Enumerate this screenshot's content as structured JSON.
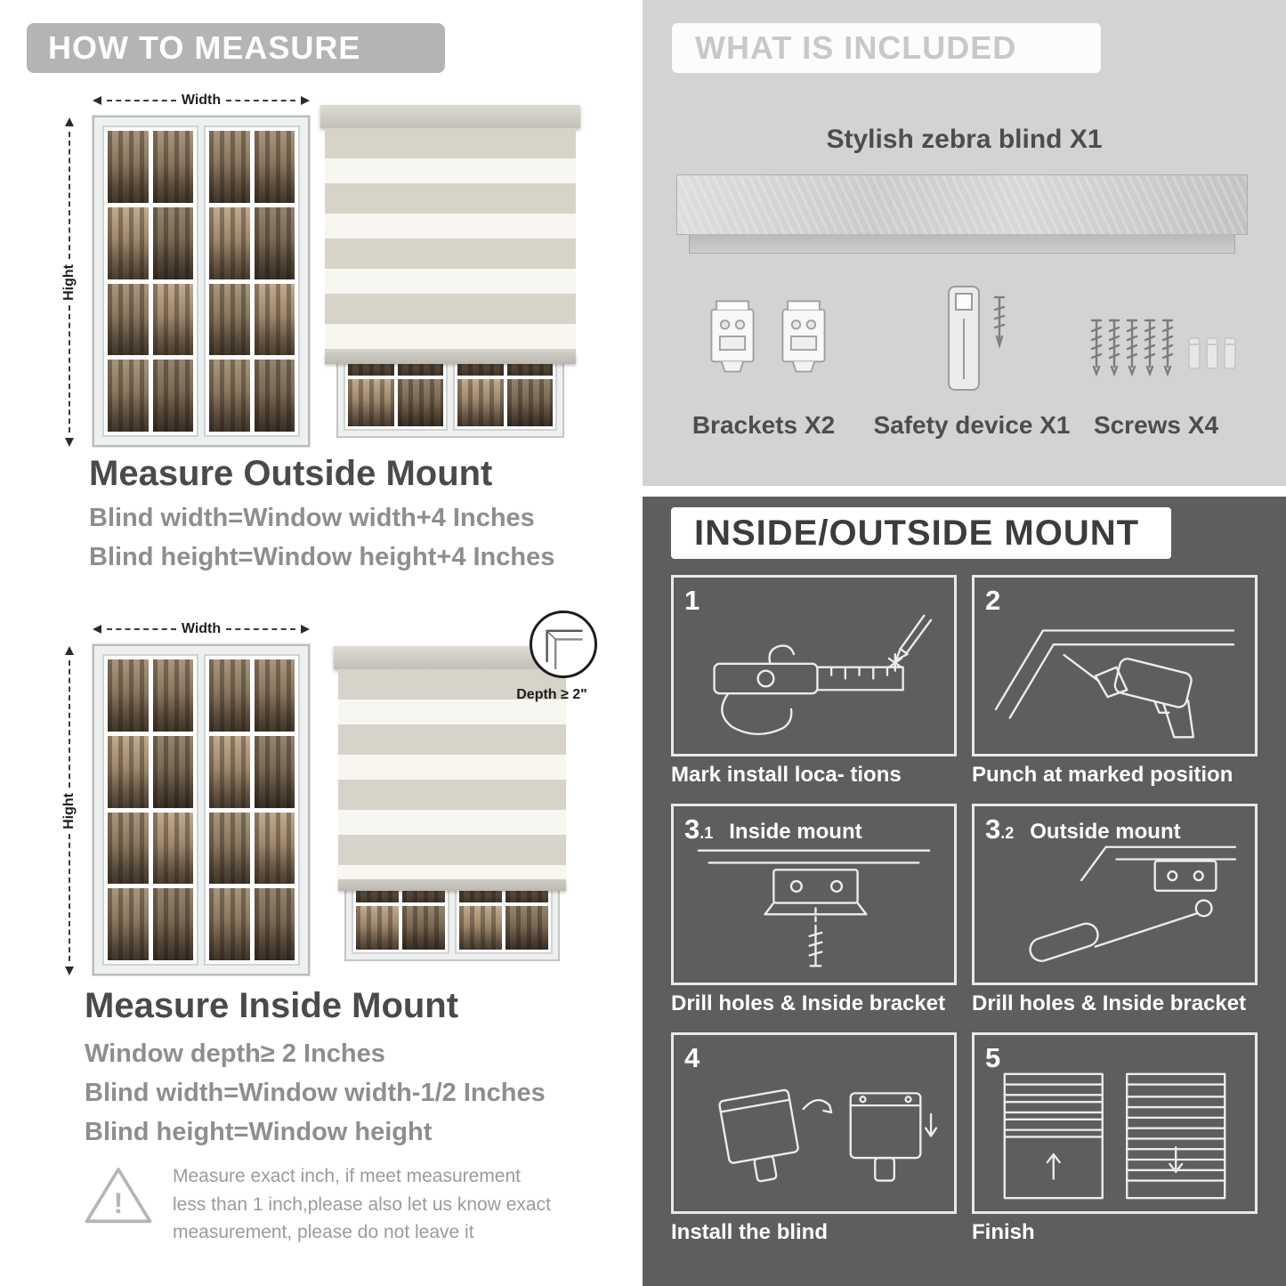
{
  "left": {
    "header": "HOW TO MEASURE",
    "outside": {
      "width_label": "Width",
      "height_label": "Hight",
      "title": "Measure Outside Mount",
      "line1": "Blind width=Window width+4 Inches",
      "line2": "Blind height=Window height+4 Inches"
    },
    "inside": {
      "width_label": "Width",
      "height_label": "Hight",
      "depth_label": "Depth ≥ 2\"",
      "title": "Measure Inside Mount",
      "line1": "Window depth≥ 2 Inches",
      "line2": "Blind width=Window width-1/2 Inches",
      "line3": "Blind height=Window height"
    },
    "note": "Measure exact inch, if meet measurement less than 1 inch,please also let us know exact measurement, please do not leave it"
  },
  "right": {
    "included": {
      "header": "WHAT IS INCLUDED",
      "blind_label": "Stylish zebra blind X1",
      "items": [
        {
          "label": "Brackets X2"
        },
        {
          "label": "Safety device X1"
        },
        {
          "label": "Screws X4"
        }
      ]
    },
    "mount": {
      "header": "INSIDE/OUTSIDE MOUNT",
      "steps": [
        {
          "num": "1",
          "sub": "",
          "title": "",
          "caption": "Mark install loca- tions"
        },
        {
          "num": "2",
          "sub": "",
          "title": "",
          "caption": "Punch at  marked position"
        },
        {
          "num": "3",
          "sub": ".1",
          "title": "Inside mount",
          "caption": "Drill holes &  Inside bracket"
        },
        {
          "num": "3",
          "sub": ".2",
          "title": "Outside mount",
          "caption": "Drill holes &  Inside bracket"
        },
        {
          "num": "4",
          "sub": "",
          "title": "",
          "caption": "Install the blind"
        },
        {
          "num": "5",
          "sub": "",
          "title": "",
          "caption": "Finish"
        }
      ]
    }
  }
}
